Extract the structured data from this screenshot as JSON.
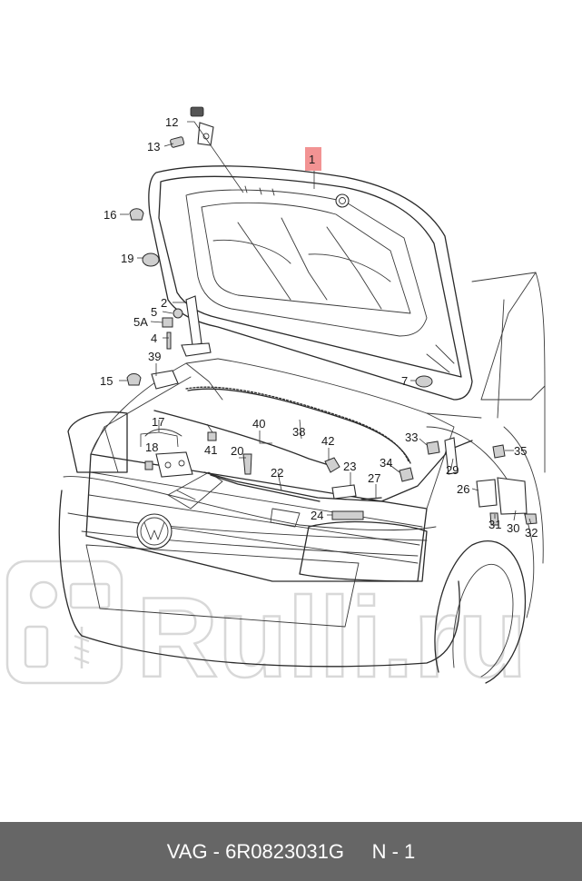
{
  "diagram": {
    "callouts": [
      {
        "id": "c1",
        "label": "1"
      },
      {
        "id": "c12",
        "label": "12"
      },
      {
        "id": "c13",
        "label": "13"
      },
      {
        "id": "c16",
        "label": "16"
      },
      {
        "id": "c19",
        "label": "19"
      },
      {
        "id": "c2",
        "label": "2"
      },
      {
        "id": "c5",
        "label": "5"
      },
      {
        "id": "c5a",
        "label": "5A"
      },
      {
        "id": "c4",
        "label": "4"
      },
      {
        "id": "c39",
        "label": "39"
      },
      {
        "id": "c15",
        "label": "15"
      },
      {
        "id": "c17",
        "label": "17"
      },
      {
        "id": "c18",
        "label": "18"
      },
      {
        "id": "c41",
        "label": "41"
      },
      {
        "id": "c40",
        "label": "40"
      },
      {
        "id": "c38",
        "label": "38"
      },
      {
        "id": "c20",
        "label": "20"
      },
      {
        "id": "c22",
        "label": "22"
      },
      {
        "id": "c42",
        "label": "42"
      },
      {
        "id": "c23",
        "label": "23"
      },
      {
        "id": "c24",
        "label": "24"
      },
      {
        "id": "c27",
        "label": "27"
      },
      {
        "id": "c34",
        "label": "34"
      },
      {
        "id": "c33",
        "label": "33"
      },
      {
        "id": "c29",
        "label": "29"
      },
      {
        "id": "c35",
        "label": "35"
      },
      {
        "id": "c26",
        "label": "26"
      },
      {
        "id": "c31",
        "label": "31"
      },
      {
        "id": "c30",
        "label": "30"
      },
      {
        "id": "c32",
        "label": "32"
      },
      {
        "id": "c7",
        "label": "7"
      }
    ],
    "highlight_color": "#f08080",
    "watermark": "Rulli.ru"
  },
  "footer": {
    "brand": "VAG",
    "separator": " - ",
    "part_number": "6R0823031G",
    "position": "N - 1"
  }
}
